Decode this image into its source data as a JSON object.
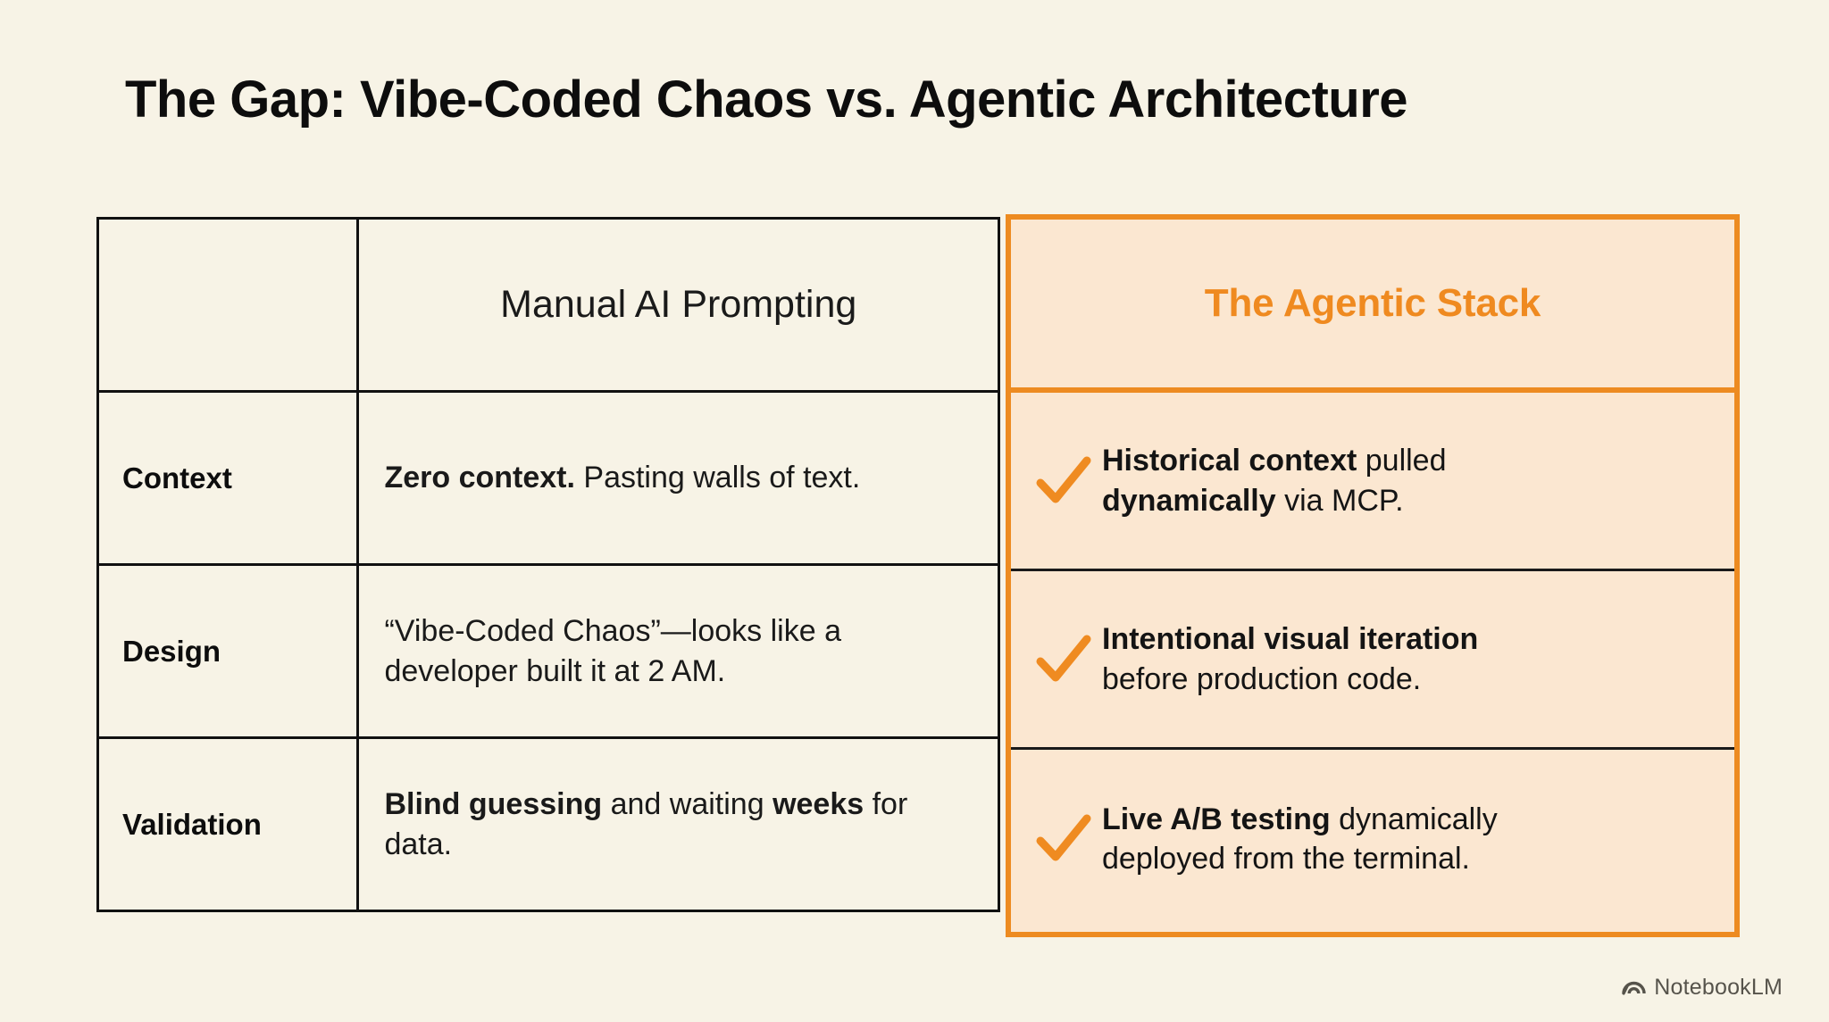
{
  "slide": {
    "title": "The Gap: Vibe-Coded Chaos vs. Agentic Architecture",
    "background_color": "#f7f3e6",
    "accent_color": "#ed8b21",
    "highlight_fill": "#fbe7d1",
    "text_color": "#111111"
  },
  "table": {
    "columns": [
      {
        "key": "label",
        "header": ""
      },
      {
        "key": "manual",
        "header": "Manual AI Prompting"
      },
      {
        "key": "agentic",
        "header": "The Agentic Stack",
        "highlighted": true
      }
    ],
    "rows": [
      {
        "label": "Context",
        "manual": {
          "bold": "Zero context.",
          "rest": " Pasting walls of text."
        },
        "agentic": {
          "icon": "check-icon",
          "line1_bold": "Historical context",
          "line1_rest": " pulled",
          "line2_bold": "dynamically",
          "line2_rest": " via MCP."
        }
      },
      {
        "label": "Design",
        "manual": {
          "bold": "",
          "rest": "“Vibe-Coded Chaos”—looks like a developer built it at 2 AM."
        },
        "agentic": {
          "icon": "check-icon",
          "line1_bold": "Intentional visual iteration",
          "line1_rest": "",
          "line2_bold": "",
          "line2_rest": "before production code."
        }
      },
      {
        "label": "Validation",
        "manual": {
          "bold": "Blind guessing",
          "rest": " and waiting ",
          "bold2": "weeks",
          "rest2": " for data."
        },
        "agentic": {
          "icon": "check-icon",
          "line1_bold": "Live A/B testing",
          "line1_rest": " dynamically",
          "line2_bold": "",
          "line2_rest": "deployed from the terminal."
        }
      }
    ]
  },
  "watermark": {
    "label": "NotebookLM",
    "icon": "notebooklm-arc-icon"
  }
}
